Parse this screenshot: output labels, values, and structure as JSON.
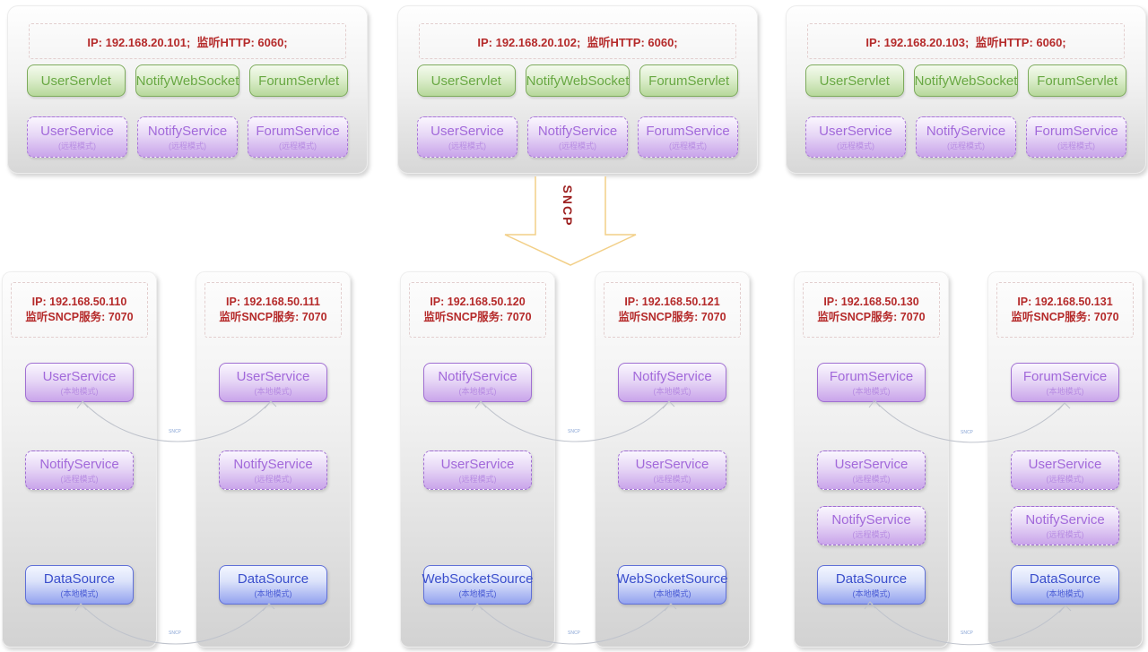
{
  "colors": {
    "servlet_green": "#68a843",
    "service_purple": "#a269da",
    "source_blue": "#3a4ecc",
    "ip_red": "#b52a2a",
    "arrow_outline": "#f2cf87",
    "link_line": "#bfc3cc"
  },
  "sncp_arrow": {
    "label": "SNCP"
  },
  "pair_link_label": "SNCP",
  "mode_local": "(本地模式)",
  "mode_remote": "(远程模式)",
  "app_servers": [
    {
      "ip_line": "IP: 192.168.20.101;  监听HTTP: 6060;",
      "servlets": [
        "UserServlet",
        "NotifyWebSocket",
        "ForumServlet"
      ],
      "services": [
        {
          "label": "UserService",
          "sublabel": "(远程模式)"
        },
        {
          "label": "NotifyService",
          "sublabel": "(远程模式)"
        },
        {
          "label": "ForumService",
          "sublabel": "(远程模式)"
        }
      ]
    },
    {
      "ip_line": "IP: 192.168.20.102;  监听HTTP: 6060;",
      "servlets": [
        "UserServlet",
        "NotifyWebSocket",
        "ForumServlet"
      ],
      "services": [
        {
          "label": "UserService",
          "sublabel": "(远程模式)"
        },
        {
          "label": "NotifyService",
          "sublabel": "(远程模式)"
        },
        {
          "label": "ForumService",
          "sublabel": "(远程模式)"
        }
      ]
    },
    {
      "ip_line": "IP: 192.168.20.103;  监听HTTP: 6060;",
      "servlets": [
        "UserServlet",
        "NotifyWebSocket",
        "ForumServlet"
      ],
      "services": [
        {
          "label": "UserService",
          "sublabel": "(远程模式)"
        },
        {
          "label": "NotifyService",
          "sublabel": "(远程模式)"
        },
        {
          "label": "ForumService",
          "sublabel": "(远程模式)"
        }
      ]
    }
  ],
  "service_servers": [
    {
      "ip_line1": "IP: 192.168.50.110",
      "ip_line2": "监听SNCP服务: 7070",
      "nodes": [
        {
          "label": "UserService",
          "sublabel": "(本地模式)"
        },
        {
          "label": "NotifyService",
          "sublabel": "(远程模式)"
        },
        {
          "label": "DataSource",
          "sublabel": "(本地模式)"
        }
      ]
    },
    {
      "ip_line1": "IP: 192.168.50.111",
      "ip_line2": "监听SNCP服务: 7070",
      "nodes": [
        {
          "label": "UserService",
          "sublabel": "(本地模式)"
        },
        {
          "label": "NotifyService",
          "sublabel": "(远程模式)"
        },
        {
          "label": "DataSource",
          "sublabel": "(本地模式)"
        }
      ]
    },
    {
      "ip_line1": "IP: 192.168.50.120",
      "ip_line2": "监听SNCP服务: 7070",
      "nodes": [
        {
          "label": "NotifyService",
          "sublabel": "(本地模式)"
        },
        {
          "label": "UserService",
          "sublabel": "(远程模式)"
        },
        {
          "label": "WebSocketSource",
          "sublabel": "(本地模式)"
        }
      ]
    },
    {
      "ip_line1": "IP: 192.168.50.121",
      "ip_line2": "监听SNCP服务: 7070",
      "nodes": [
        {
          "label": "NotifyService",
          "sublabel": "(本地模式)"
        },
        {
          "label": "UserService",
          "sublabel": "(远程模式)"
        },
        {
          "label": "WebSocketSource",
          "sublabel": "(本地模式)"
        }
      ]
    },
    {
      "ip_line1": "IP: 192.168.50.130",
      "ip_line2": "监听SNCP服务: 7070",
      "nodes": [
        {
          "label": "ForumService",
          "sublabel": "(本地模式)"
        },
        {
          "label": "UserService",
          "sublabel": "(远程模式)"
        },
        {
          "label": "NotifyService",
          "sublabel": "(远程模式)"
        },
        {
          "label": "DataSource",
          "sublabel": "(本地模式)"
        }
      ]
    },
    {
      "ip_line1": "IP: 192.168.50.131",
      "ip_line2": "监听SNCP服务: 7070",
      "nodes": [
        {
          "label": "ForumService",
          "sublabel": "(本地模式)"
        },
        {
          "label": "UserService",
          "sublabel": "(远程模式)"
        },
        {
          "label": "NotifyService",
          "sublabel": "(远程模式)"
        },
        {
          "label": "DataSource",
          "sublabel": "(本地模式)"
        }
      ]
    }
  ]
}
